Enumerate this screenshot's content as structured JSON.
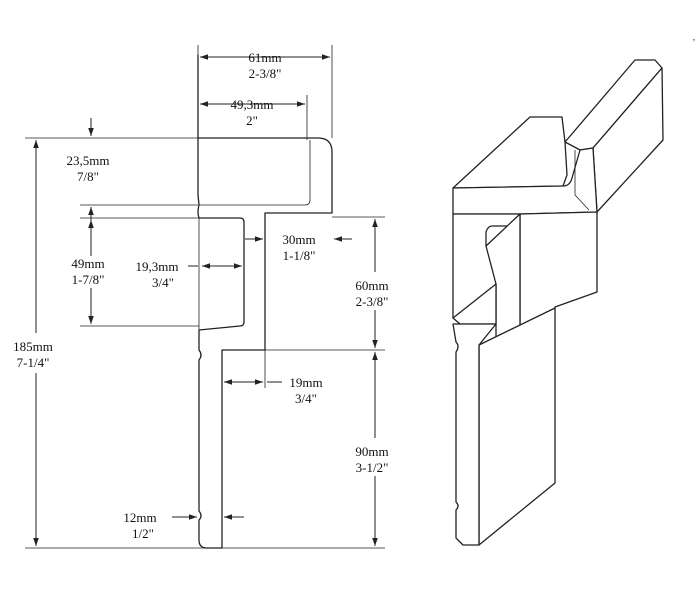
{
  "dimensions": {
    "top_width": {
      "mm": "61mm",
      "inch": "2-3/8\""
    },
    "head_width": {
      "mm": "49,3mm",
      "inch": "2\""
    },
    "head_height": {
      "mm": "23,5mm",
      "inch": "7/8\""
    },
    "slot_height": {
      "mm": "49mm",
      "inch": "1-7/8\""
    },
    "slot_depth": {
      "mm": "19,3mm",
      "inch": "3/4\""
    },
    "upper_offset": {
      "mm": "30mm",
      "inch": "1-1/8\""
    },
    "middle_height": {
      "mm": "60mm",
      "inch": "2-3/8\""
    },
    "web_width": {
      "mm": "19mm",
      "inch": "3/4\""
    },
    "total_height": {
      "mm": "185mm",
      "inch": "7-1/4\""
    },
    "lower_height": {
      "mm": "90mm",
      "inch": "3-1/2\""
    },
    "bottom_thickness": {
      "mm": "12mm",
      "inch": "1/2\""
    }
  }
}
